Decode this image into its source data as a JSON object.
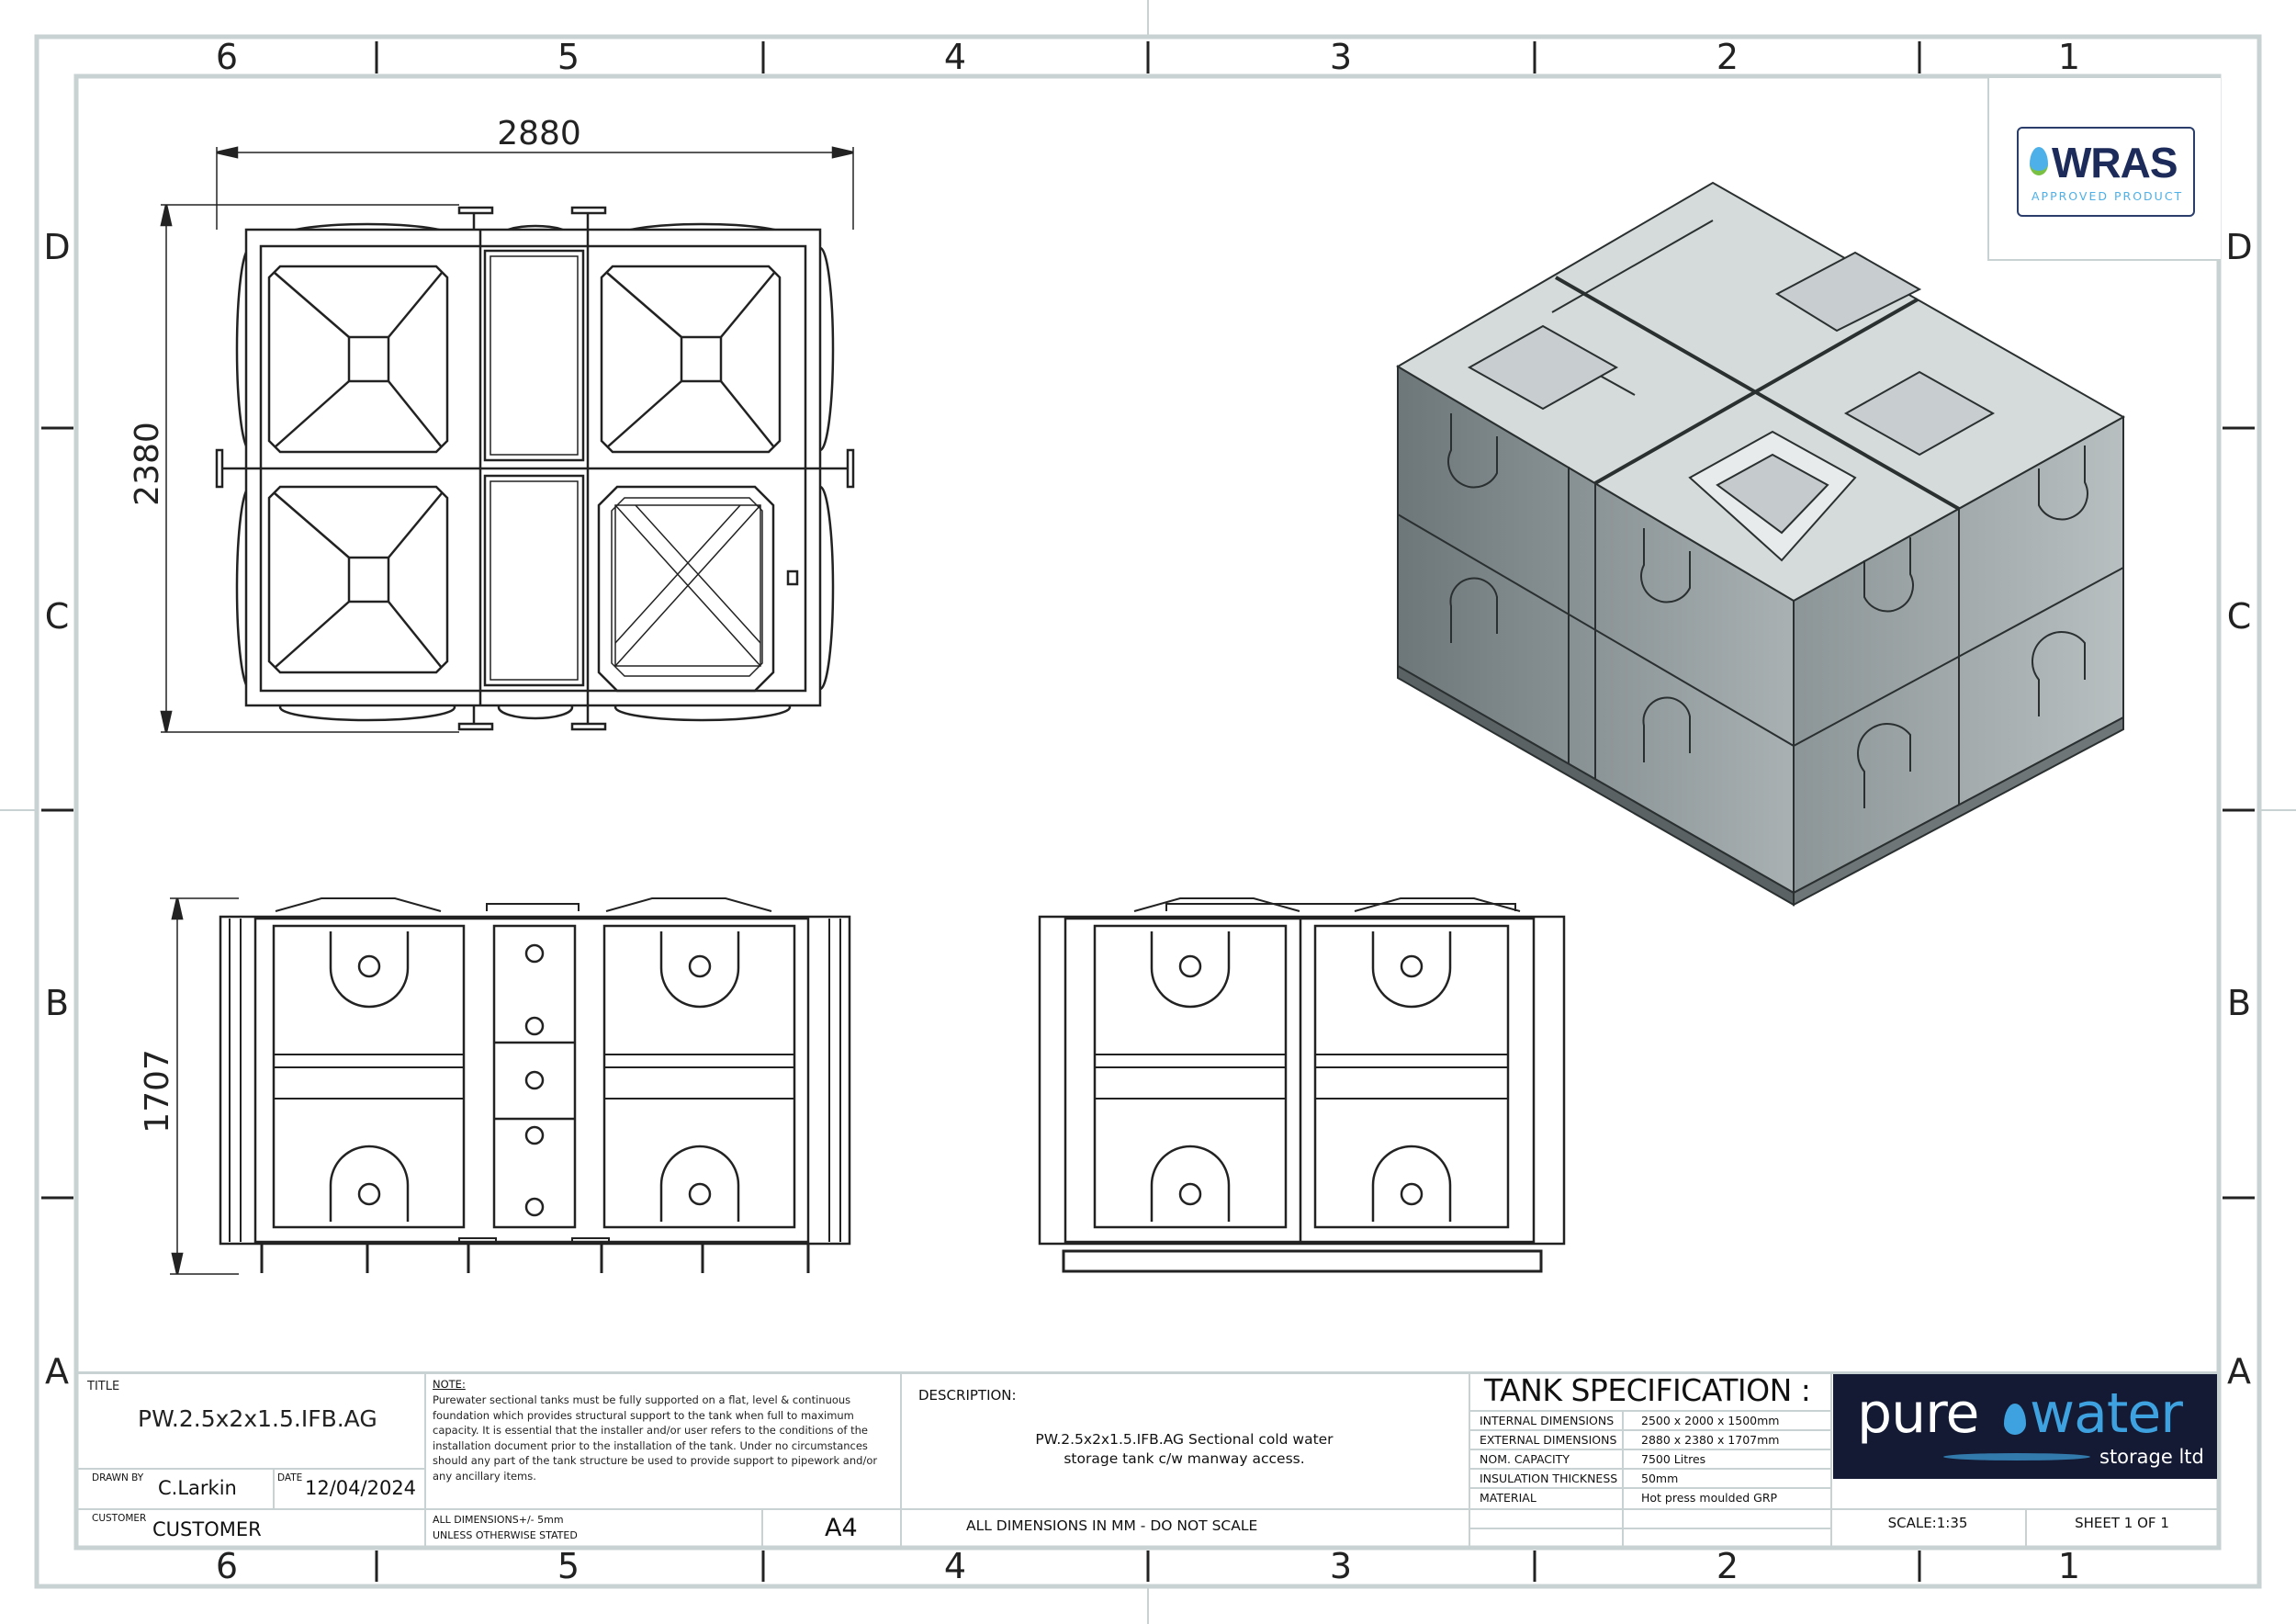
{
  "frame": {
    "zone_columns": [
      "6",
      "5",
      "4",
      "3",
      "2",
      "1"
    ],
    "zone_rows": [
      "D",
      "C",
      "B",
      "A"
    ]
  },
  "dimensions": {
    "top_width": "2880",
    "top_depth": "2380",
    "front_height": "1707"
  },
  "wras_logo": {
    "name": "WRAS",
    "tagline": "APPROVED PRODUCT"
  },
  "title_block": {
    "title_label": "TITLE",
    "title": "PW.2.5x2x1.5.IFB.AG",
    "drawn_by_label": "DRAWN BY",
    "drawn_by": "C.Larkin",
    "date_label": "DATE",
    "date": "12/04/2024",
    "customer_label": "CUSTOMER",
    "customer": "CUSTOMER",
    "note_label": "NOTE:",
    "note": "Purewater sectional tanks must be fully supported on a flat, level & continuous foundation which provides structural support to the tank when full to maximum capacity. It is essential that the installer and/or user refers to the conditions of the installation document prior to the installation of the tank. Under no circumstances should any part of the tank structure be used to provide support to pipework and/or any ancillary items.",
    "tolerance_line1": "ALL DIMENSIONS+/- 5mm",
    "tolerance_line2": "UNLESS OTHERWISE STATED",
    "paper_size": "A4",
    "description_label": "DESCRIPTION:",
    "description_line1": "PW.2.5x2x1.5.IFB.AG Sectional cold water",
    "description_line2": "storage tank c/w manway access.",
    "units_note": "ALL DIMENSIONS IN MM - DO NOT SCALE",
    "scale": "SCALE:1:35",
    "sheet": "SHEET 1 OF 1"
  },
  "specification": {
    "heading": "TANK SPECIFICATION :",
    "rows": [
      {
        "label": "INTERNAL DIMENSIONS",
        "value": "2500 x 2000 x 1500mm"
      },
      {
        "label": "EXTERNAL DIMENSIONS",
        "value": "2880 x 2380 x 1707mm"
      },
      {
        "label": "NOM. CAPACITY",
        "value": "7500 Litres"
      },
      {
        "label": "INSULATION THICKNESS",
        "value": "50mm"
      },
      {
        "label": "MATERIAL",
        "value": "Hot press moulded GRP"
      }
    ]
  },
  "company_logo": {
    "word1": "pure",
    "word2": "water",
    "sub": "storage ltd"
  },
  "colors": {
    "frame": "#c8d2d2",
    "logo_bg": "#141a33",
    "logo_accent": "#3fa2e0"
  }
}
